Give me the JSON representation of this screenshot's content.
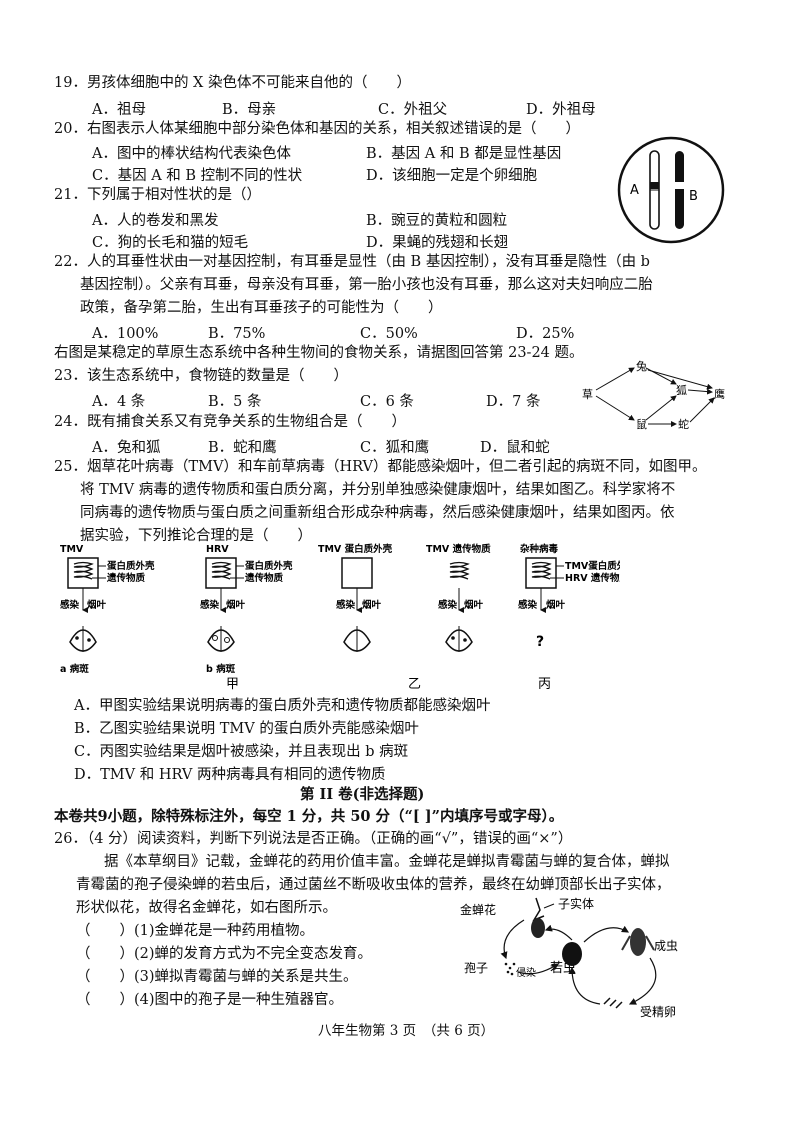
{
  "q19": {
    "stem": "19．男孩体细胞中的 X 染色体不可能来自他的（　　）",
    "options": [
      "A．祖母",
      "B．母亲",
      "C．外祖父",
      "D．外祖母"
    ]
  },
  "q20": {
    "stem": "20．右图表示人体某细胞中部分染色体和基因的关系，相关叙述错误的是（　　）",
    "options": [
      "A．图中的棒状结构代表染色体",
      "B．基因 A 和 B 都是显性基因",
      "C．基因 A 和 B 控制不同的性状",
      "D．该细胞一定是个卵细胞"
    ],
    "fig_labels": [
      "A",
      "B"
    ]
  },
  "q21": {
    "stem": "21．下列属于相对性状的是（）",
    "options": [
      "A．人的卷发和黑发",
      "B．豌豆的黄粒和圆粒",
      "C．狗的长毛和猫的短毛",
      "D．果蝇的残翅和长翅"
    ]
  },
  "q22": {
    "stem_lines": [
      "22．人的耳垂性状由一对基因控制，有耳垂是显性（由 B 基因控制），没有耳垂是隐性（由 b",
      "基因控制）。父亲有耳垂，母亲没有耳垂，第一胎小孩也没有耳垂，那么这对夫妇响应二胎",
      "政策，备孕第二胎，生出有耳垂孩子的可能性为（　　）"
    ],
    "options": [
      "A．100%",
      "B．75%",
      "C．50%",
      "D．25%"
    ]
  },
  "intro_23_24": "右图是某稳定的草原生态系统中各种生物间的食物关系，请据图回答第 23-24 题。",
  "q23": {
    "stem": "23．该生态系统中，食物链的数量是（　　）",
    "options": [
      "A．4 条",
      "B．5 条",
      "C．6 条",
      "D．7 条"
    ]
  },
  "q24": {
    "stem": "24．既有捕食关系又有竞争关系的生物组合是（　　）",
    "options": [
      "A．兔和狐",
      "B．蛇和鹰",
      "C．狐和鹰",
      "D．鼠和蛇"
    ]
  },
  "food_web": {
    "nodes": [
      "草",
      "兔",
      "鼠",
      "狐",
      "蛇",
      "鹰"
    ]
  },
  "q25": {
    "stem_lines": [
      "25．烟草花叶病毒（TMV）和车前草病毒（HRV）都能感染烟叶，但二者引起的病斑不同，如图甲。",
      "将 TMV 病毒的遗传物质和蛋白质分离，并分别单独感染健康烟叶，结果如图乙。科学家将不",
      "同病毒的遗传物质与蛋白质之间重新组合形成杂种病毒，然后感染健康烟叶，结果如图丙。依",
      "据实验，下列推论合理的是（　　）"
    ],
    "options": [
      "A．甲图实验结果说明病毒的蛋白质外壳和遗传物质都能感染烟叶",
      "B．乙图实验结果说明 TMV 的蛋白质外壳能感染烟叶",
      "C．丙图实验结果是烟叶被感染，并且表现出 b 病斑",
      "D．TMV 和 HRV 两种病毒具有相同的遗传物质"
    ]
  },
  "virus_fig": {
    "tmv": "TMV",
    "hrv": "HRV",
    "protein_shell": "蛋白质外壳",
    "genetic_material": "遗传物质",
    "tmv_protein": "TMV 蛋白质外壳",
    "tmv_genetic": "TMV 遗传物质",
    "hybrid": "杂种病毒",
    "tmv_protein_right": "TMV蛋白质外壳",
    "hrv_genetic_right": "HRV 遗传物质",
    "infect": "感染",
    "leaf": "烟叶",
    "spot_a": "a 病斑",
    "spot_b": "b 病斑",
    "question": "?",
    "jia": "甲",
    "yi": "乙",
    "bing": "丙"
  },
  "part2": {
    "title": "第 II 卷(非选择题)",
    "instr": "本卷共9小题，除特殊标注外，每空 1 分，共 50 分（“[ ]”内填序号或字母）。"
  },
  "q26": {
    "stem": "26．（4 分）阅读资料，判断下列说法是否正确。（正确的画“√”，错误的画“×”）",
    "para": [
      "据《本草纲目》记载，金蝉花的药用价值丰富。金蝉花是蝉拟青霉菌与蝉的复合体，蝉拟",
      "青霉菌的孢子侵染蝉的若虫后，通过菌丝不断吸收虫体的营养，最终在幼蝉顶部长出子实体，",
      "形状似花，故得名金蝉花，如右图所示。"
    ],
    "items": [
      "（　　）(1)金蝉花是一种药用植物。",
      "（　　）(2)蝉的发育方式为不完全变态发育。",
      "（　　）(3)蝉拟青霉菌与蝉的关系是共生。",
      "（　　）(4)图中的孢子是一种生殖器官。"
    ],
    "fig": {
      "jinchanhua": "金蝉花",
      "zishiti": "子实体",
      "baozi": "孢子",
      "qinran": "侵染",
      "ruochong": "若虫",
      "chengchong": "成虫",
      "shoujingluan": "受精卵"
    }
  },
  "footer": "八年生物第 3 页　（共 6 页）"
}
